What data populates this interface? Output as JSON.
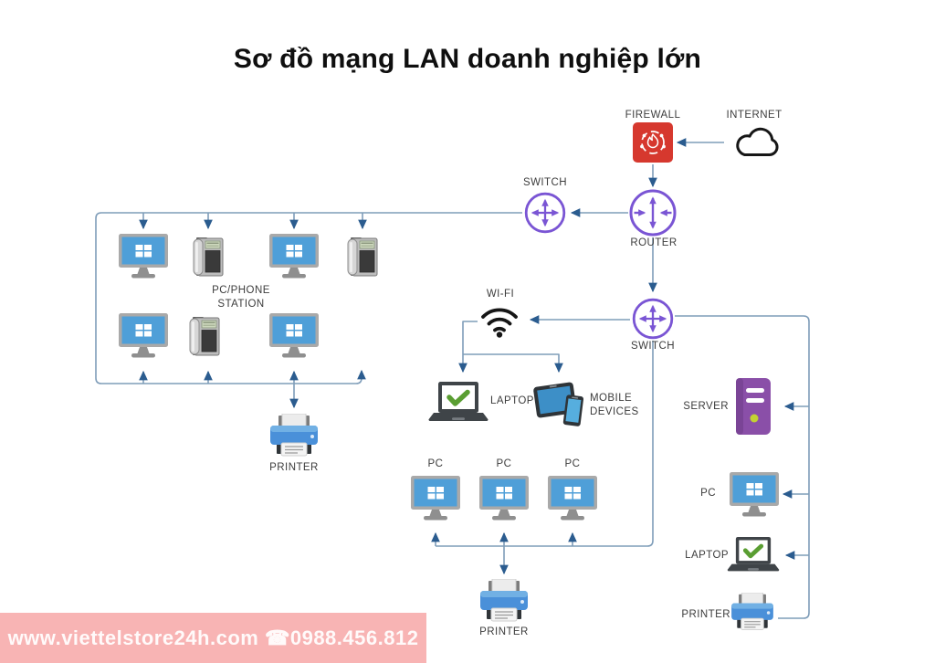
{
  "title": "Sơ đồ mạng LAN doanh nghiệp lớn",
  "watermark": {
    "text": "www.viettelstore24h.com ☎0988.456.812"
  },
  "colors": {
    "line": "#7f9db9",
    "arrowhead": "#2b5c8f",
    "network_purple": "#7a55d4",
    "firewall_red": "#d6382e",
    "monitor_screen_blue": "#4f9fd8",
    "printer_blue": "#4a90d9",
    "server_purple": "#8a4fa8",
    "laptop_dark": "#3f4448",
    "check_green": "#5a9e32",
    "watermark_pink": "#f8b4b4",
    "watermark_text": "#ffffff"
  },
  "nodes": {
    "internet": {
      "label": "INTERNET",
      "icon": "cloud-icon"
    },
    "firewall": {
      "label": "FIREWALL",
      "icon": "firewall-icon"
    },
    "router": {
      "label": "ROUTER",
      "icon": "router-icon"
    },
    "switch_top": {
      "label": "SWITCH",
      "icon": "switch-icon"
    },
    "switch_mid": {
      "label": "SWITCH",
      "icon": "switch-icon"
    },
    "wifi": {
      "label": "WI-FI",
      "icon": "wifi-icon"
    },
    "station": {
      "label": "PC/PHONE STATION"
    },
    "printer_station": {
      "label": "PRINTER",
      "icon": "printer-icon"
    },
    "laptop_wifi": {
      "label": "LAPTOP",
      "icon": "laptop-check-icon"
    },
    "mobile_devices": {
      "label": "MOBILE DEVICES",
      "icon": "mobile-devices-icon"
    },
    "pc_row": {
      "labels": [
        "PC",
        "PC",
        "PC"
      ]
    },
    "printer_lan": {
      "label": "PRINTER",
      "icon": "printer-icon"
    },
    "server": {
      "label": "SERVER",
      "icon": "server-icon"
    },
    "pc_right": {
      "label": "PC",
      "icon": "monitor-icon"
    },
    "laptop_right": {
      "label": "LAPTOP",
      "icon": "laptop-check-icon"
    },
    "printer_right": {
      "label": "PRINTER",
      "icon": "printer-icon"
    }
  }
}
